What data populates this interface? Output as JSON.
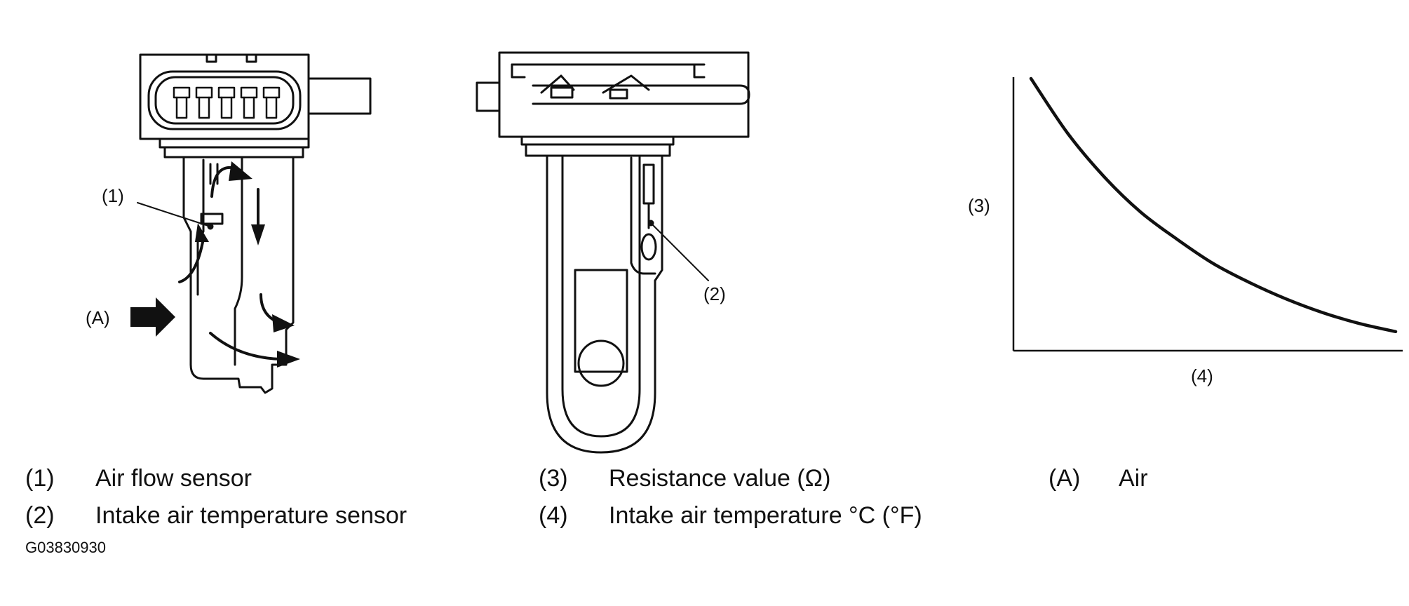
{
  "callouts": {
    "air_flow_sensor": "(1)",
    "intake_air_temp_sensor": "(2)",
    "resistance_axis": "(3)",
    "temperature_axis": "(4)",
    "air_inlet": "(A)"
  },
  "legend": [
    {
      "key": "(1)",
      "text": "Air flow sensor"
    },
    {
      "key": "(2)",
      "text": "Intake air temperature sensor"
    },
    {
      "key": "(3)",
      "text": "Resistance value (Ω)"
    },
    {
      "key": "(4)",
      "text": "Intake air temperature °C (°F)"
    },
    {
      "key": "(A)",
      "text": "Air"
    }
  ],
  "figure_code": "G03830930",
  "colors": {
    "line": "#111111",
    "background": "#ffffff"
  },
  "chart_data": {
    "type": "line",
    "title": "",
    "xlabel": "(4)",
    "ylabel": "(3)",
    "x_ticks": false,
    "y_ticks": false,
    "grid": false,
    "series": [
      {
        "x": [
          0.0,
          0.1,
          0.2,
          0.3,
          0.4,
          0.5,
          0.6,
          0.7,
          0.8,
          0.9,
          1.0
        ],
        "y": [
          1.0,
          0.8,
          0.64,
          0.51,
          0.41,
          0.32,
          0.25,
          0.19,
          0.14,
          0.1,
          0.07
        ]
      }
    ]
  }
}
